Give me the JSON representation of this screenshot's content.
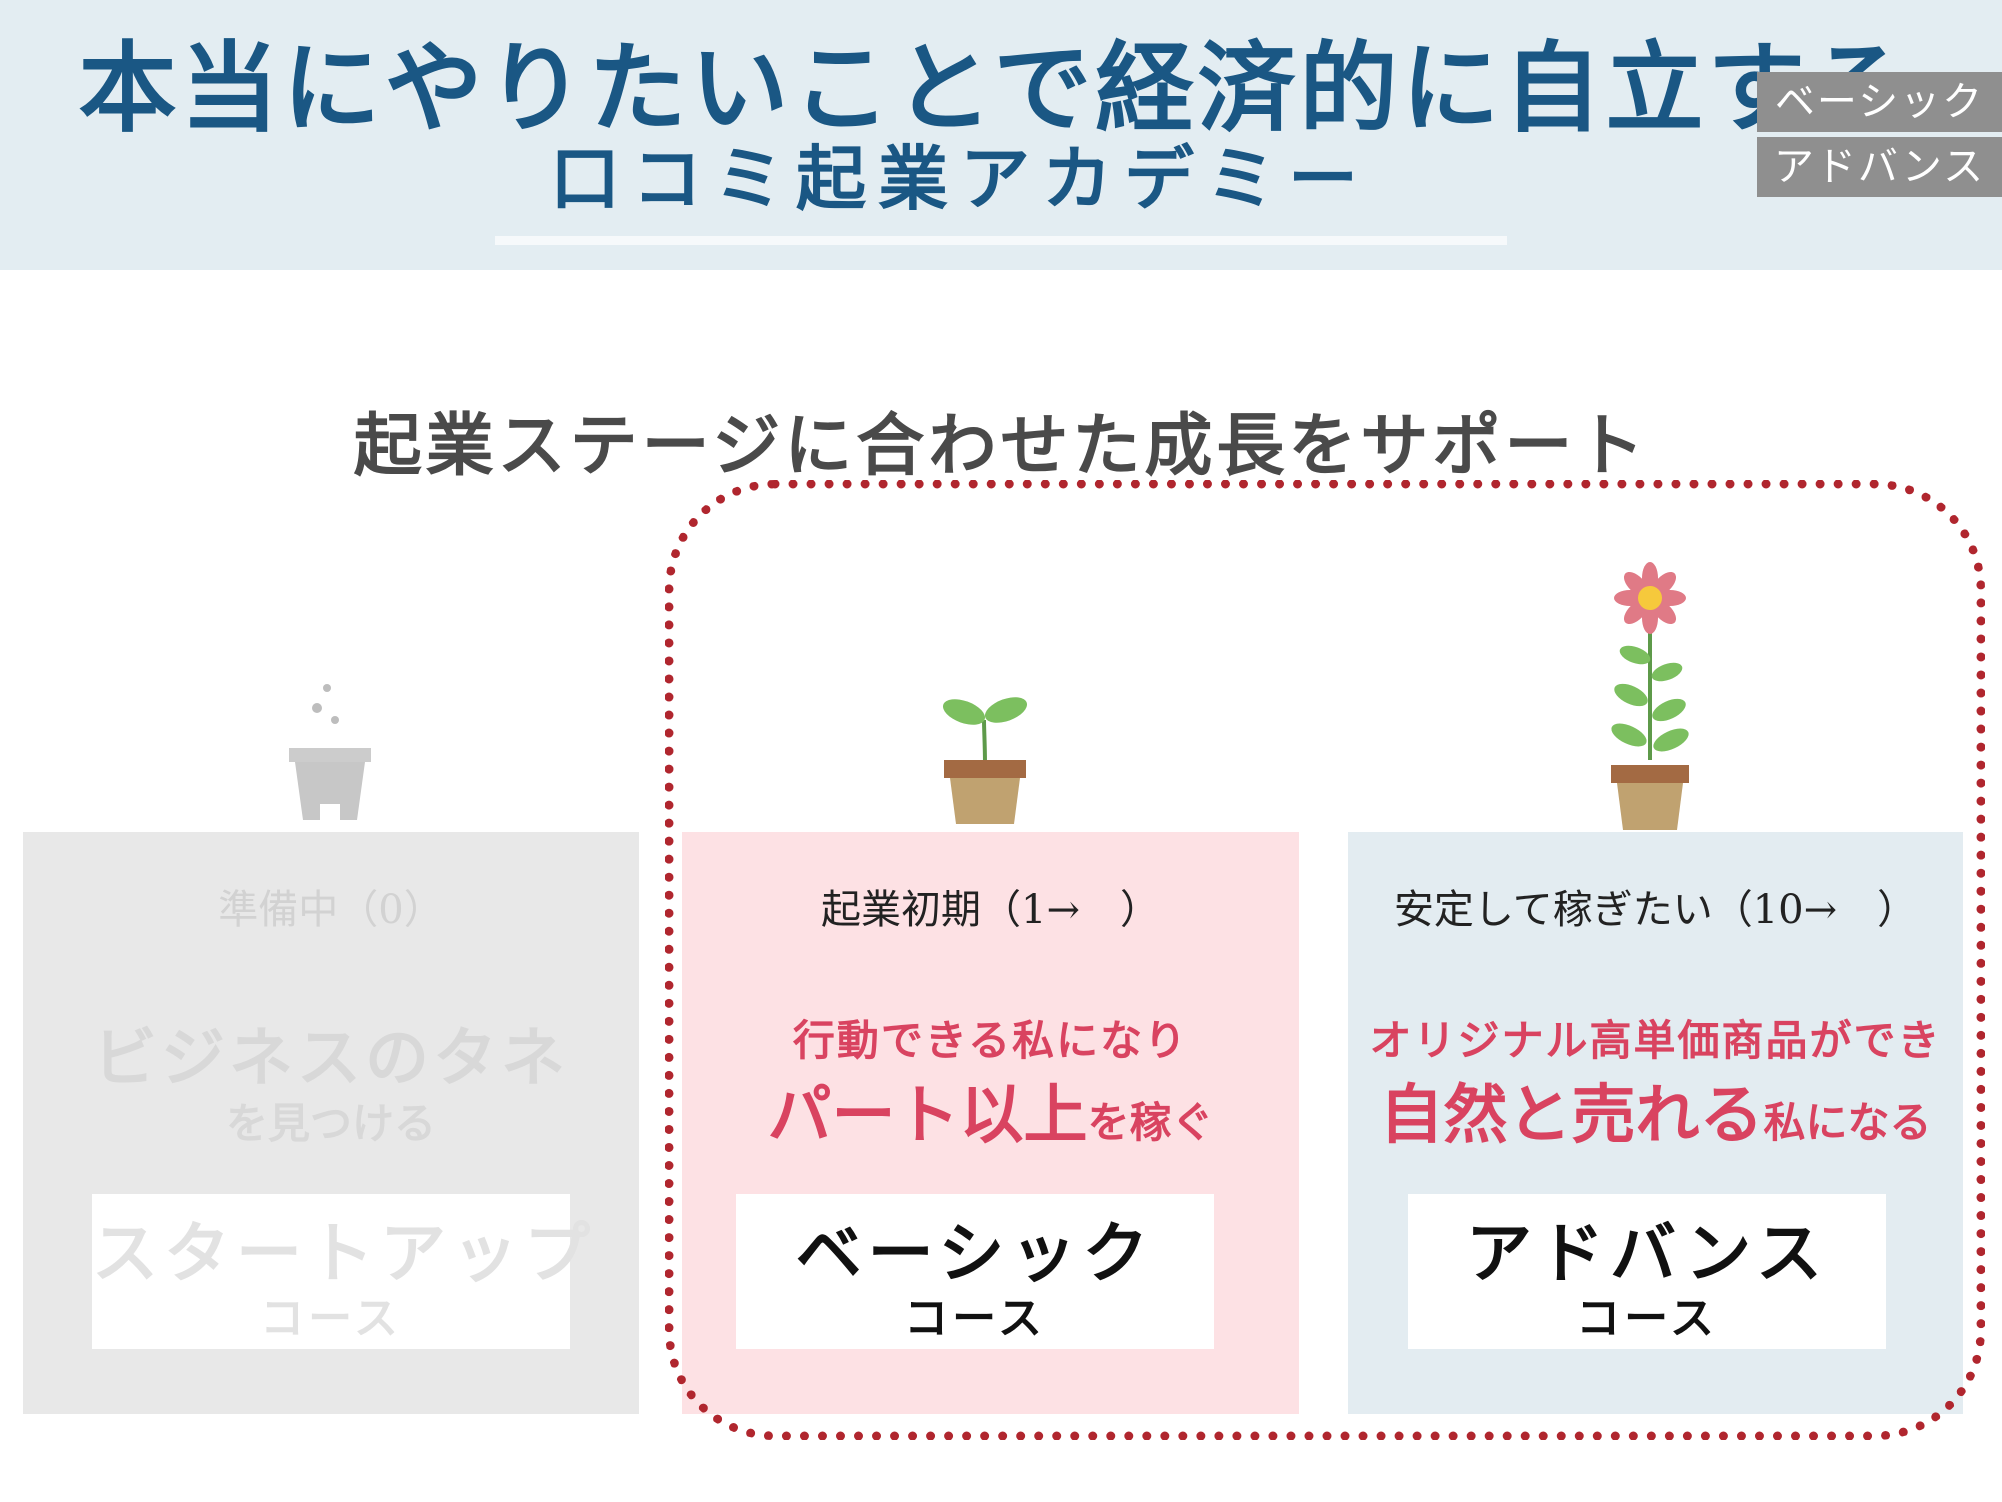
{
  "header": {
    "title": "本当にやりたいことで経済的に自立する",
    "subtitle": "口コミ起業アカデミー"
  },
  "tags": {
    "basic": "ベーシック",
    "advance": "アドバンス"
  },
  "section_title": "起業ステージに合わせた成長をサポート",
  "cards": {
    "startup": {
      "stage": "準備中（0）",
      "goal_big": "ビジネスのタネ",
      "goal_small": "を見つける",
      "course_name": "スタートアップ",
      "course_suffix": "コース"
    },
    "basic": {
      "stage": "起業初期（1→　）",
      "goal_line1": "行動できる私になり",
      "goal_big": "パート以上",
      "goal_small": "を稼ぐ",
      "course_name": "ベーシック",
      "course_suffix": "コース"
    },
    "advance": {
      "stage": "安定して稼ぎたい（10→　）",
      "goal_line1": "オリジナル高単価商品ができ",
      "goal_big": "自然と売れる",
      "goal_small": "私になる",
      "course_name": "アドバンス",
      "course_suffix": "コース"
    }
  },
  "icons": {
    "empty_pot": "empty-pot-icon",
    "sprout": "sprout-pot-icon",
    "flower": "flower-pot-icon"
  },
  "colors": {
    "brand_blue": "#1a5784",
    "accent_red": "#d94360",
    "frame_red": "#b0262e",
    "header_bg": "#e3edf2",
    "card_pink": "#fde1e4",
    "card_blue": "#e3ecf1",
    "card_grey": "#e8e8e8"
  }
}
